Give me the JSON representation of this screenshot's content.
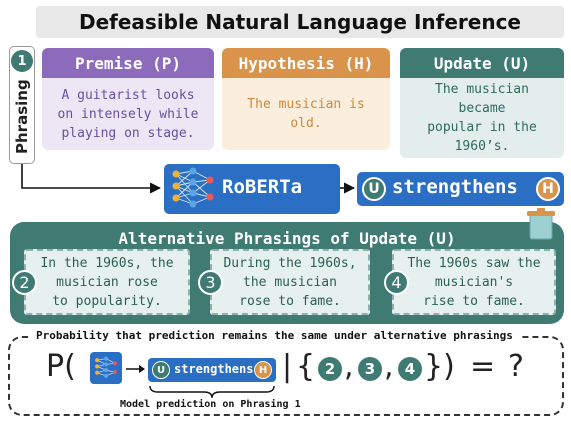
{
  "title": "Defeasible Natural Language Inference",
  "phrasing": {
    "label": "Phrasing",
    "number": "1"
  },
  "cards": {
    "premise": {
      "title": "Premise (P)",
      "text_lines": [
        "A guitarist looks",
        "on intensely while",
        "playing on stage."
      ],
      "head_color": "#8c6bbd",
      "body_color": "#ece6f5",
      "text_color": "#6a4fa0"
    },
    "hypothesis": {
      "title": "Hypothesis (H)",
      "text_lines": [
        "The musician is",
        "old."
      ],
      "head_color": "#d9934a",
      "body_color": "#fbeedd",
      "text_color": "#cf8840"
    },
    "update": {
      "title": "Update (U)",
      "text_lines": [
        "The musician became",
        "popular in the",
        "1960’s."
      ],
      "head_color": "#3f7a73",
      "body_color": "#e3eeec",
      "text_color": "#2f6a62"
    }
  },
  "model": {
    "name": "RoBERTa",
    "icon": "neural-network-icon"
  },
  "prediction": {
    "u_badge": "U",
    "relation": "strengthens",
    "h_badge": "H"
  },
  "alternatives": {
    "title": "Alternative Phrasings of Update (U)",
    "items": [
      {
        "number": "2",
        "lines": [
          "In the 1960s, the",
          "musician rose",
          "to popularity."
        ]
      },
      {
        "number": "3",
        "lines": [
          "During the 1960s,",
          "the musician",
          "rose to fame."
        ]
      },
      {
        "number": "4",
        "lines": [
          "The 1960s saw the",
          "musician's",
          "rise to fame."
        ]
      }
    ]
  },
  "probability": {
    "label": "Probability that prediction remains the same under alternative phrasings",
    "p_open": "P(",
    "bar": "|",
    "brace_open": "{",
    "comma1": ",",
    "comma2": ",",
    "brace_close": "})",
    "equals": "=",
    "question": "?",
    "set_numbers": [
      "2",
      "3",
      "4"
    ],
    "pred_relation": "strengthens",
    "pred_u": "U",
    "pred_h": "H",
    "model_pred_label": "Model prediction on Phrasing 1"
  },
  "colors": {
    "roberta_blue": "#2a6fc4",
    "teal": "#3f7a73",
    "orange": "#d9934a",
    "purple": "#8c6bbd"
  }
}
